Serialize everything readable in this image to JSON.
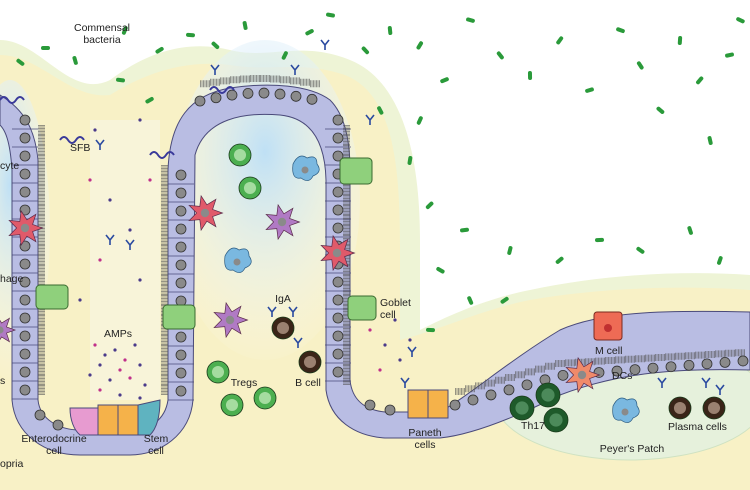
{
  "labels": {
    "commensal": "Commensal\nbacteria",
    "sfb": "SFB",
    "cyte": "cyte",
    "phage": "hage",
    "s_partial": "s",
    "opria": "opria",
    "amps": "AMPs",
    "iga": "IgA",
    "b_cell": "B cell",
    "tregs": "Tregs",
    "goblet": "Goblet\ncell",
    "enteroendocrine": "Enterodocrine\ncell",
    "stem": "Stem\ncell",
    "paneth": "Paneth\ncells",
    "m_cell": "M cell",
    "dcs": "DCs",
    "th17": "Th17",
    "plasma": "Plasma cells",
    "peyers": "Peyer's Patch"
  },
  "colors": {
    "epithelium": "#b9bde3",
    "epithelium_edge": "#4a4a7a",
    "nucleus": "#8a8a8a",
    "mucus": "#f6efc0",
    "mucus_outer": "#eef4d6",
    "lumen_blue": "#cfe8f7",
    "goblet": "#8fd07c",
    "m_cell": "#ee6b55",
    "paneth": "#f5b24a",
    "stem": "#5fb3c0",
    "enteroendocrine": "#e79bd0",
    "bacteria": "#2a9a3a",
    "sfb": "#3a3a9a",
    "iga": "#2a4aa0",
    "treg": "#4caf50",
    "b_cell": "#3a2418",
    "th17": "#1e5a2a",
    "peyer_fill": "#e6f1dc",
    "dc": "#f08a6a",
    "macrophage": "#b07ac4",
    "blue_cell": "#7ab8e0",
    "red_dc": "#e05a6a"
  }
}
